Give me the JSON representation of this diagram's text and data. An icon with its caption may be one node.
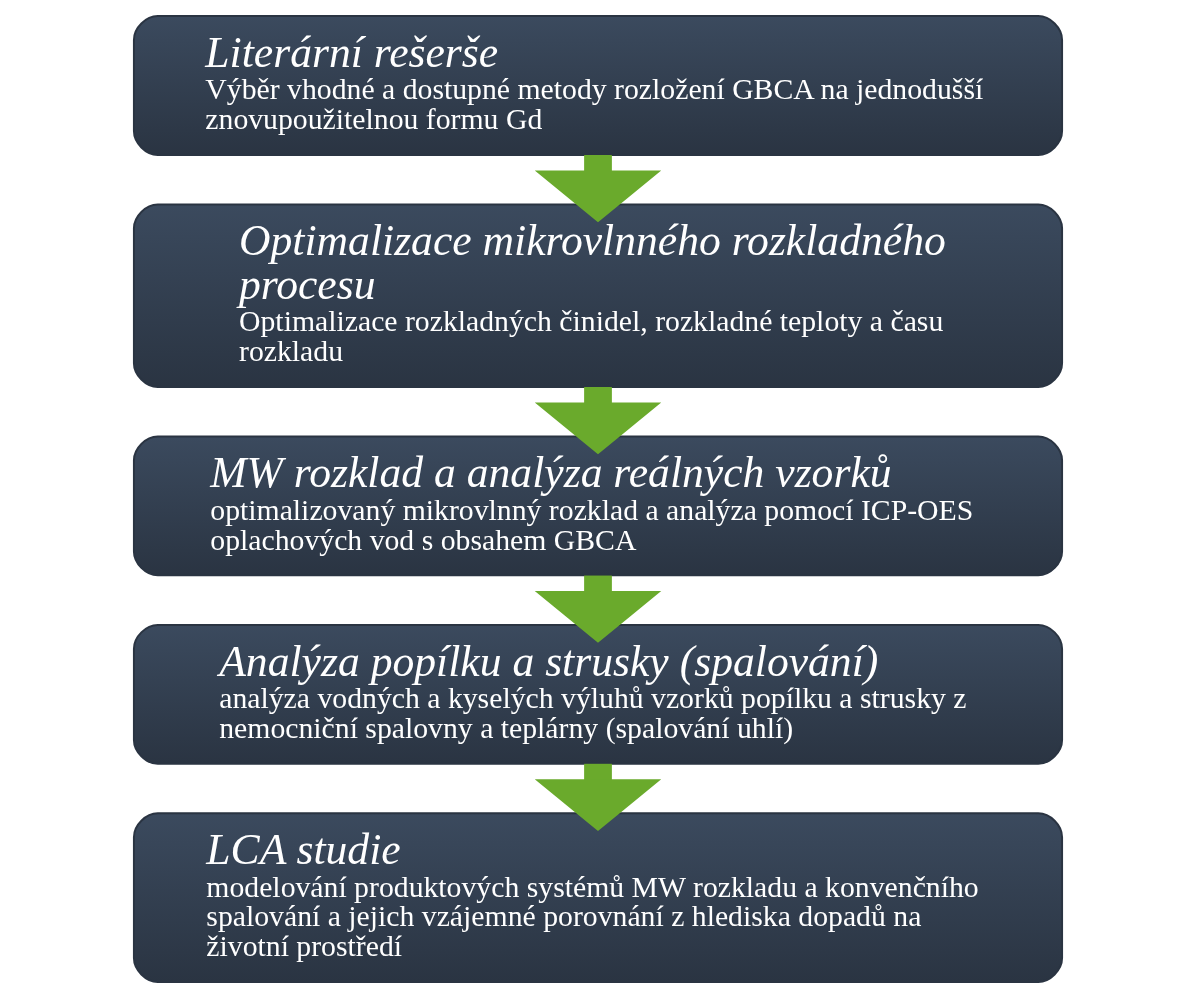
{
  "diagram": {
    "nodes": [
      {
        "text": [
          "Literární rešerše",
          "Výběr vhodné a dostupné metody rozložení GBCA na jednodušší znovupoužitelnou formu Gd"
        ]
      },
      {
        "text": [
          "Optimalizace mikrovlnného rozkladného procesu",
          "Optimalizace rozkladných činidel, rozkladné teploty a času rozkladu"
        ]
      },
      {
        "text": [
          "MW rozklad a analýza reálných vzorků",
          "optimalizovaný mikrovlnný rozklad a analýza pomocí ICP-OES oplachových vod s obsahem GBCA"
        ]
      },
      {
        "text": [
          "Analýza popílku a strusky (spalování)",
          "analýza vodných a kyselých výluhů vzorků popílku a strusky z nemocniční spalovny a teplárny (spalování uhlí)"
        ]
      },
      {
        "text": [
          "LCA studie",
          "modelování produktových systémů MW rozkladu a konvenčního spalování a jejich vzájemné porovnání z hlediska dopadů na životní prostředí"
        ]
      }
    ],
    "edges": [
      {
        "from": 0,
        "to": 1,
        "arrow": "to"
      },
      {
        "from": 1,
        "to": 2,
        "arrow": "to"
      },
      {
        "from": 2,
        "to": 3,
        "arrow": "to"
      },
      {
        "from": 3,
        "to": 4,
        "arrow": "to"
      }
    ]
  }
}
